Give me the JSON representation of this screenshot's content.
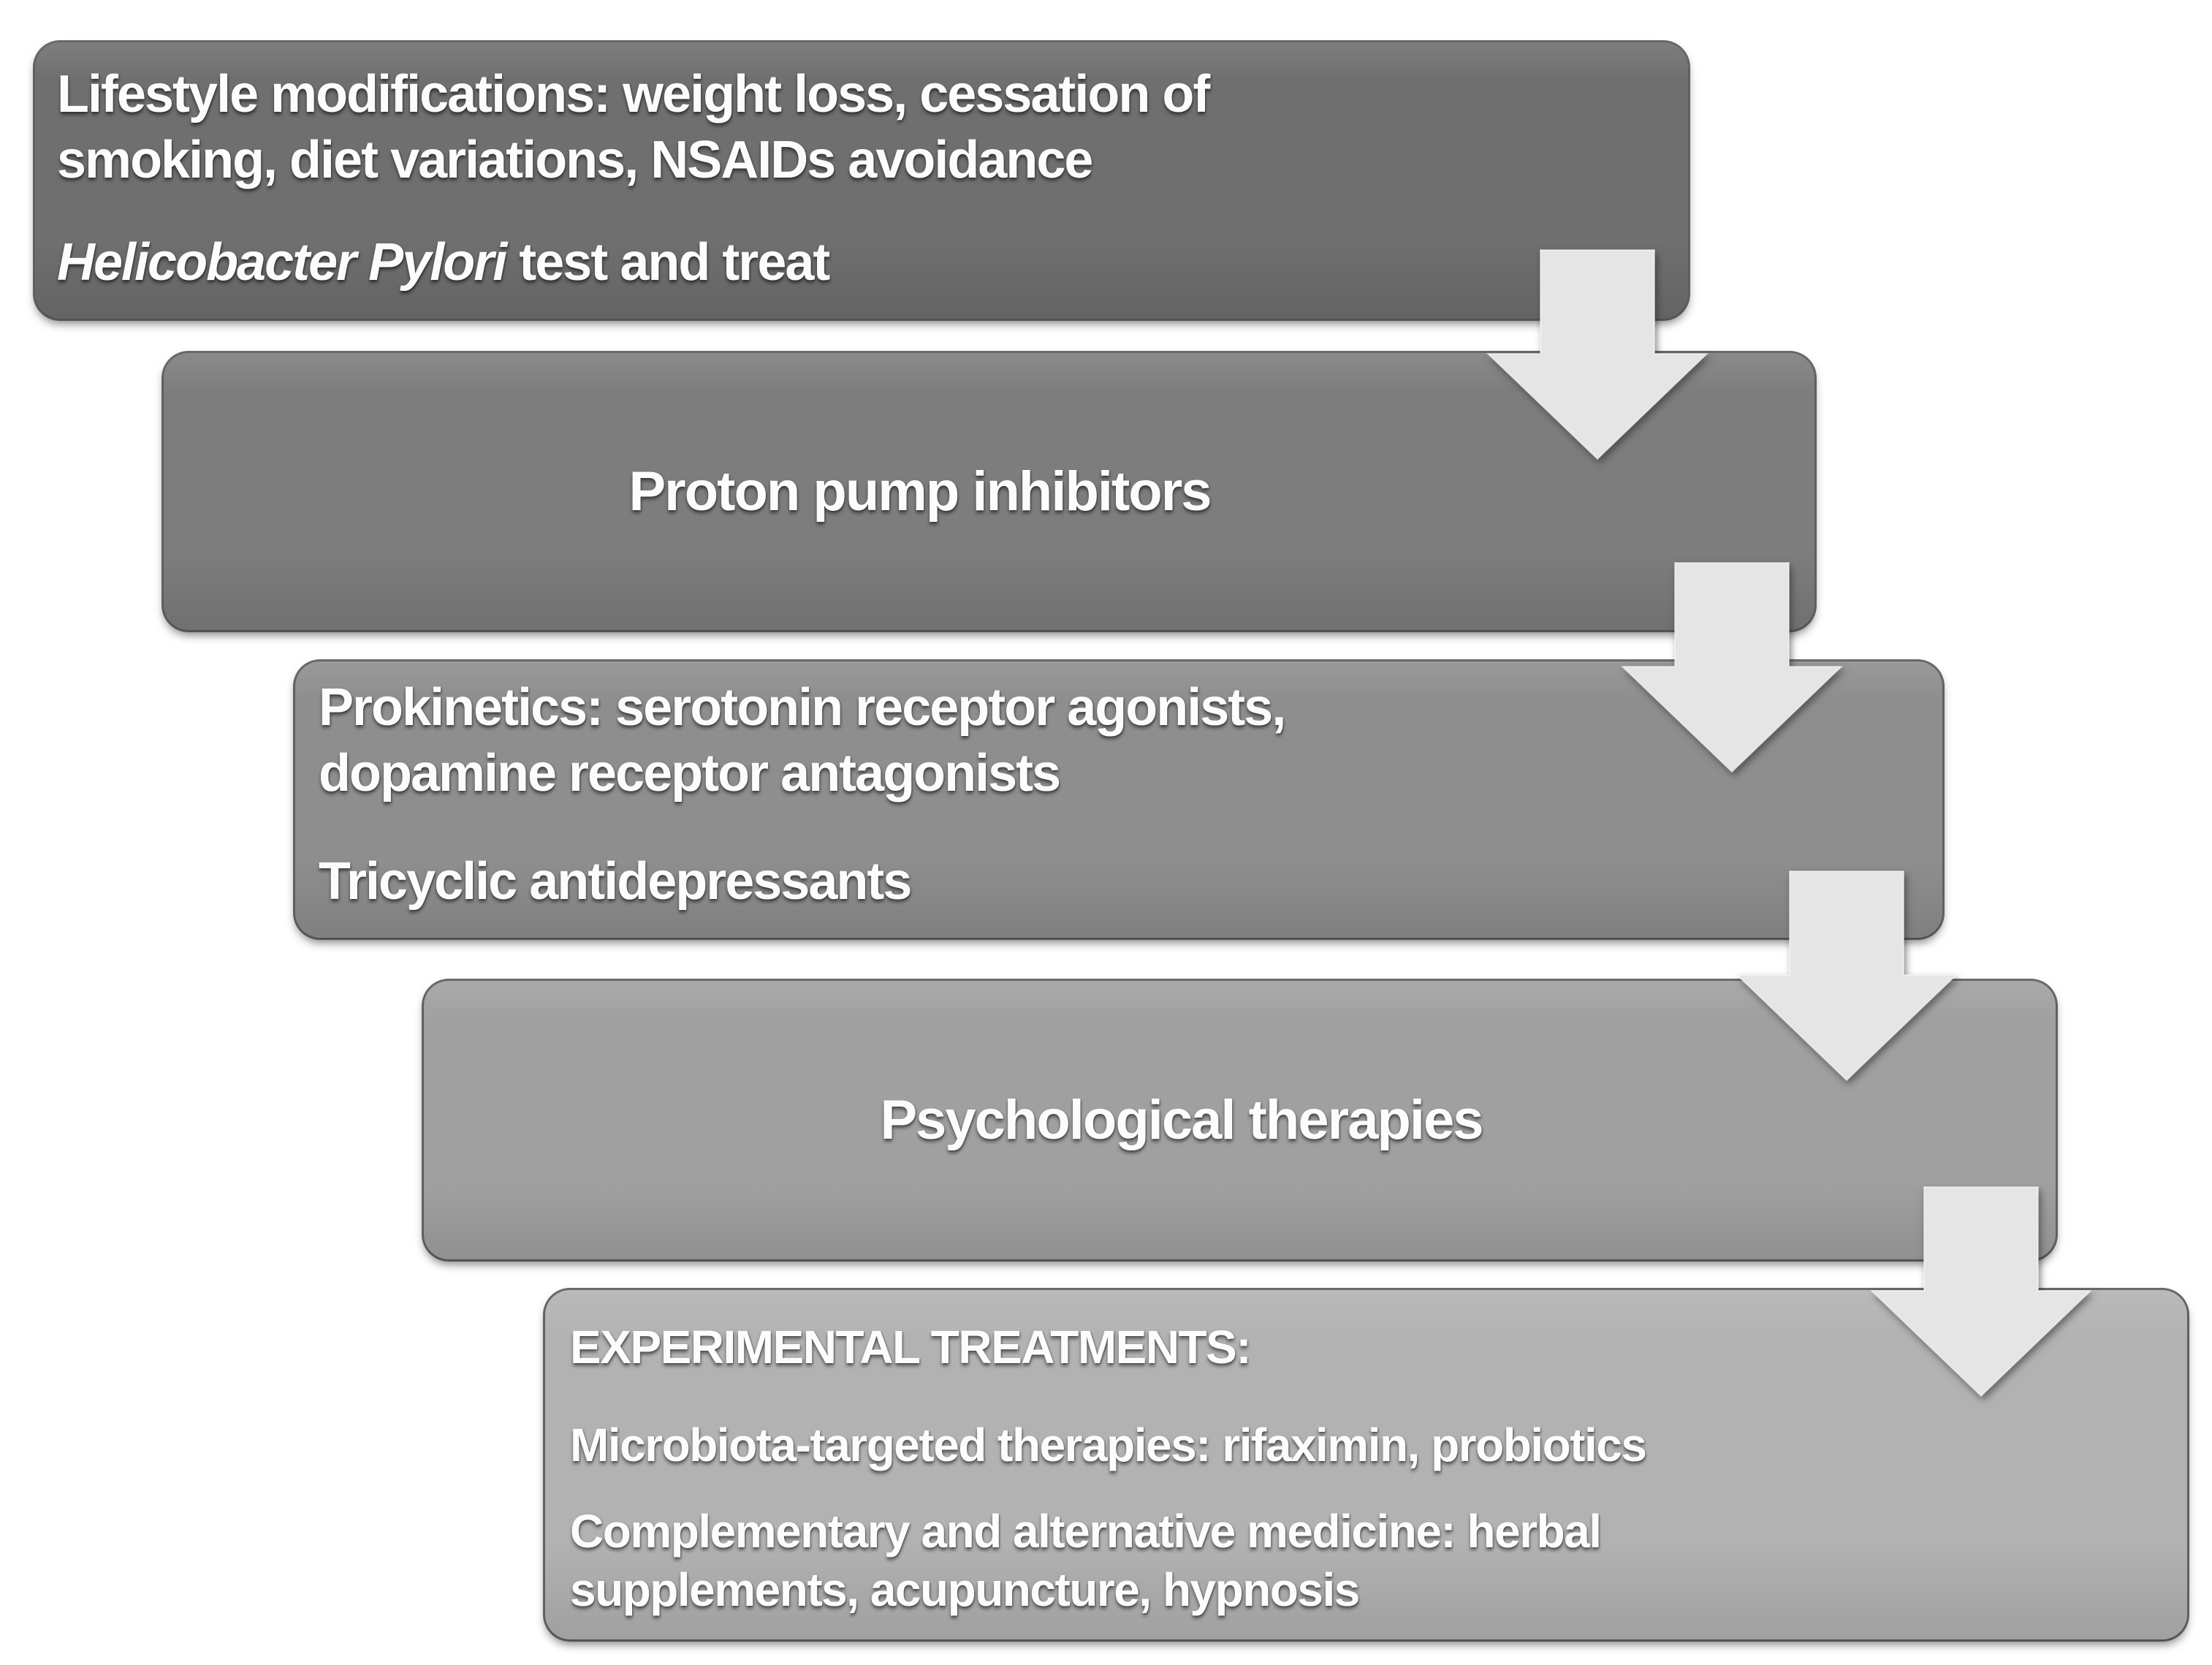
{
  "diagram": {
    "title_semantic": "Stepwise treatment algorithm flowchart",
    "background_color": "#ffffff",
    "arrow_fill": "#e5e5e5",
    "text_color": "#fcfcfc",
    "boxes": [
      {
        "id": "lifestyle-hpylori",
        "fill": "#6f6f6f",
        "line1": "Lifestyle modifications: weight loss, cessation of",
        "line2": "smoking, diet variations, NSAIDs avoidance",
        "line3_italic": "Helicobacter Pylori",
        "line3_rest": " test and treat"
      },
      {
        "id": "proton-pump-inhibitors",
        "fill": "#7d7d7d",
        "label": "Proton pump inhibitors"
      },
      {
        "id": "prokinetics-tricyclics",
        "fill": "#8e8e8e",
        "line1": "Prokinetics: serotonin receptor agonists,",
        "line2": "dopamine receptor antagonists",
        "line3": "Tricyclic antidepressants"
      },
      {
        "id": "psychological-therapies",
        "fill": "#a0a0a0",
        "label": "Psychological therapies"
      },
      {
        "id": "experimental-treatments",
        "fill": "#b2b2b2",
        "title": "EXPERIMENTAL TREATMENTS:",
        "line1": "Microbiota-targeted therapies: rifaximin, probiotics",
        "line2a": "Complementary and alternative medicine: herbal",
        "line2b": "supplements, acupuncture, hypnosis"
      }
    ]
  }
}
